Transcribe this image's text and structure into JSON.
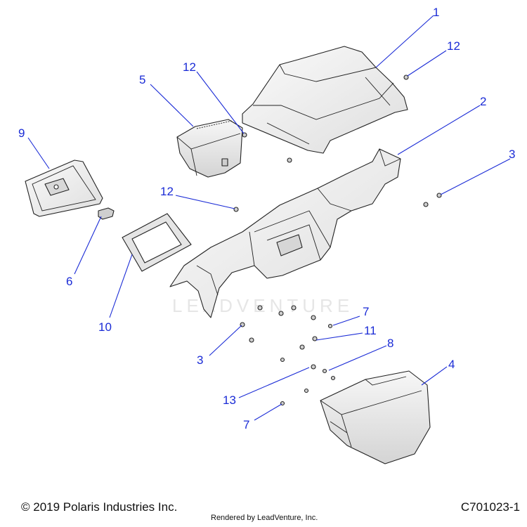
{
  "watermark": "LEADVENTURE",
  "callouts": [
    {
      "id": "c1",
      "text": "1"
    },
    {
      "id": "c12a",
      "text": "12"
    },
    {
      "id": "c2",
      "text": "2"
    },
    {
      "id": "c3a",
      "text": "3"
    },
    {
      "id": "c5",
      "text": "5"
    },
    {
      "id": "c12b",
      "text": "12"
    },
    {
      "id": "c9",
      "text": "9"
    },
    {
      "id": "c12c",
      "text": "12"
    },
    {
      "id": "c6",
      "text": "6"
    },
    {
      "id": "c10",
      "text": "10"
    },
    {
      "id": "c7a",
      "text": "7"
    },
    {
      "id": "c11",
      "text": "11"
    },
    {
      "id": "c3b",
      "text": "3"
    },
    {
      "id": "c8",
      "text": "8"
    },
    {
      "id": "c4",
      "text": "4"
    },
    {
      "id": "c13",
      "text": "13"
    },
    {
      "id": "c7b",
      "text": "7"
    }
  ],
  "footer": {
    "copyright": "© 2019 Polaris Industries Inc.",
    "rendered_by": "Rendered by LeadVenture, Inc.",
    "drawing_id": "C701023-1"
  },
  "colors": {
    "callout": "#1a2bd6",
    "part_fill": "#f2f2f2",
    "part_shade": "#dcdcdc"
  }
}
